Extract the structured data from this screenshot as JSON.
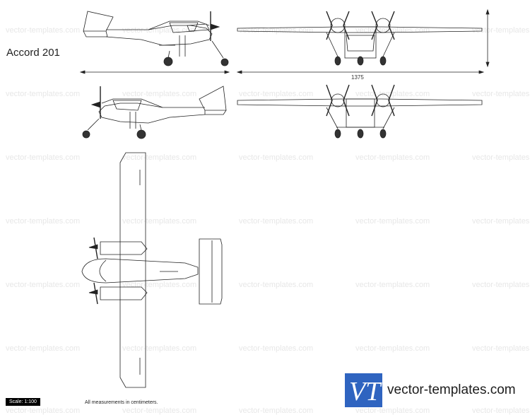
{
  "title": "Accord 201",
  "dimension_label": "1375",
  "scale_label": "Scale: 1:100",
  "note": "All measurements in centimeters.",
  "watermark": "vector-templates.com",
  "logo": {
    "text": "vector-templates.com",
    "mark": "VT"
  },
  "colors": {
    "line": "#222222",
    "accent": "#2f64c0",
    "watermark": "#e7e7e7"
  }
}
